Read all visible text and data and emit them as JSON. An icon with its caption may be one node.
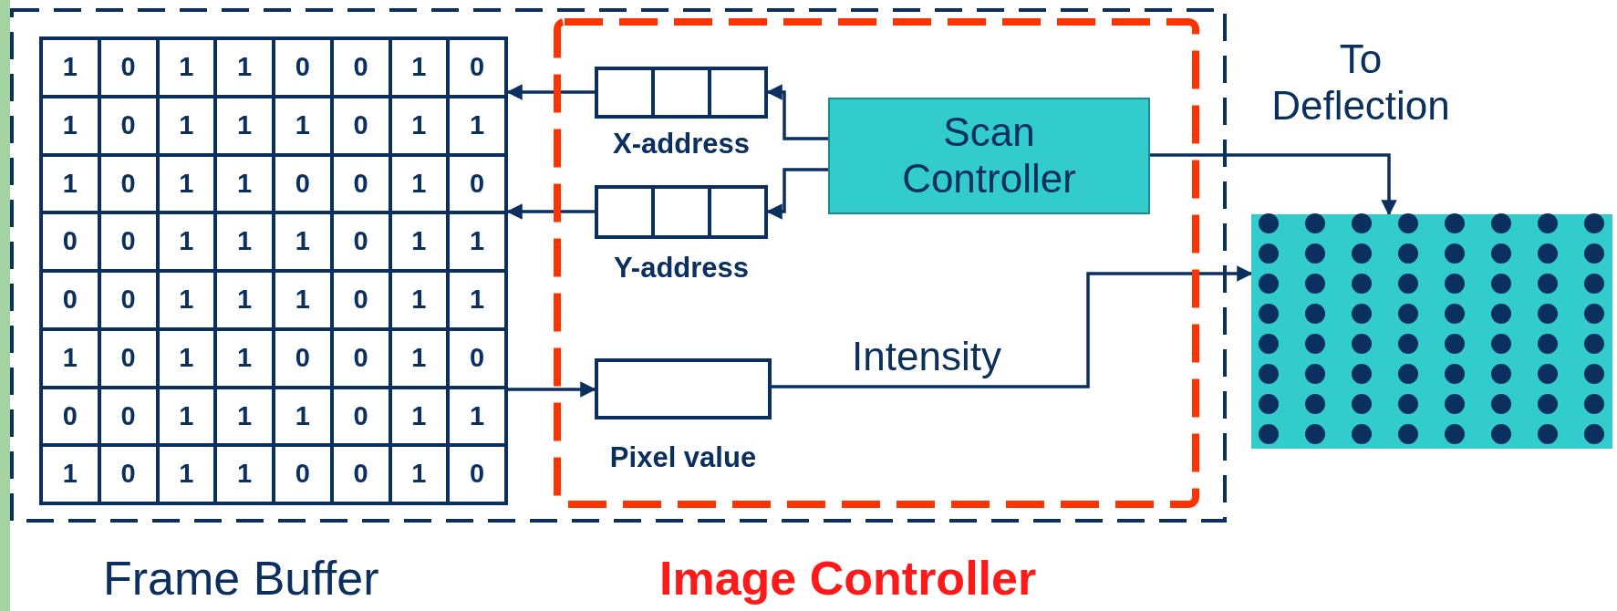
{
  "diagram": {
    "nodes": [
      {
        "text": [
          "Frame Buffer"
        ]
      },
      {
        "text": [
          "Image Controller"
        ]
      },
      {
        "text": [
          "X-address"
        ],
        "in": 1
      },
      {
        "text": [
          "Y-address"
        ],
        "in": 1
      },
      {
        "text": [
          "Pixel value"
        ],
        "in": 1
      },
      {
        "text": [
          "Scan Controller"
        ],
        "in": 1
      },
      {
        "text": [],
        "shape": "box"
      }
    ],
    "edges": [
      {
        "from": 5,
        "to": 2,
        "arrow": "to"
      },
      {
        "from": 5,
        "to": 3,
        "arrow": "to"
      },
      {
        "from": 2,
        "to": 0,
        "arrow": "to"
      },
      {
        "from": 3,
        "to": 0,
        "arrow": "to"
      },
      {
        "from": 0,
        "to": 4,
        "arrow": "to"
      },
      {
        "from": 4,
        "to": 6,
        "arrow": "to",
        "label": "Intensity"
      },
      {
        "from": 5,
        "to": 6,
        "arrow": "to",
        "label": "To Deflection"
      }
    ],
    "labels": [
      "1",
      "0",
      "1",
      "1",
      "0",
      "0",
      "1",
      "0",
      "1",
      "0",
      "1",
      "1",
      "1",
      "0",
      "1",
      "1",
      "1",
      "0",
      "1",
      "1",
      "0",
      "0",
      "1",
      "0",
      "0",
      "0",
      "1",
      "1",
      "1",
      "0",
      "1",
      "1",
      "0",
      "0",
      "1",
      "1",
      "1",
      "0",
      "1",
      "1",
      "1",
      "0",
      "1",
      "1",
      "0",
      "0",
      "1",
      "0",
      "0",
      "0",
      "1",
      "1",
      "1",
      "0",
      "1",
      "1",
      "1",
      "0",
      "1",
      "1",
      "0",
      "0",
      "1",
      "0"
    ]
  }
}
